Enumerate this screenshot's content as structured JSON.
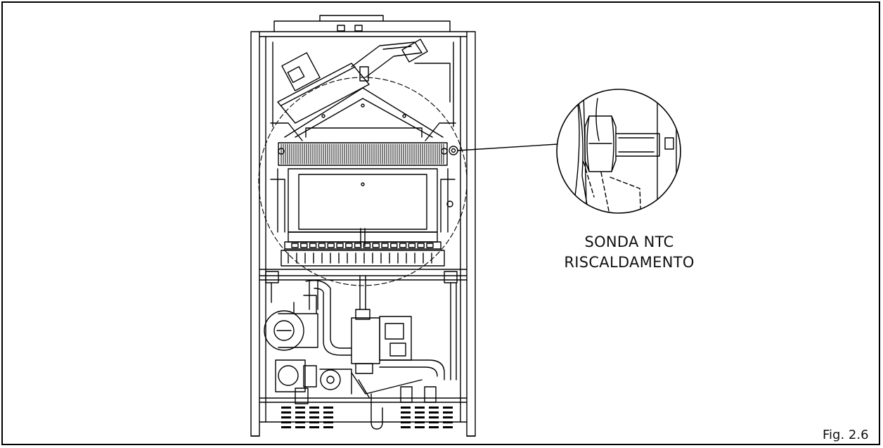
{
  "callout": {
    "line1": "SONDA NTC",
    "line2": "RISCALDAMENTO"
  },
  "figure_label": "Fig. 2.6",
  "colors": {
    "ink": "#000000",
    "paper": "#ffffff"
  },
  "icons": [
    "boiler-drawing",
    "ntc-probe-detail"
  ]
}
